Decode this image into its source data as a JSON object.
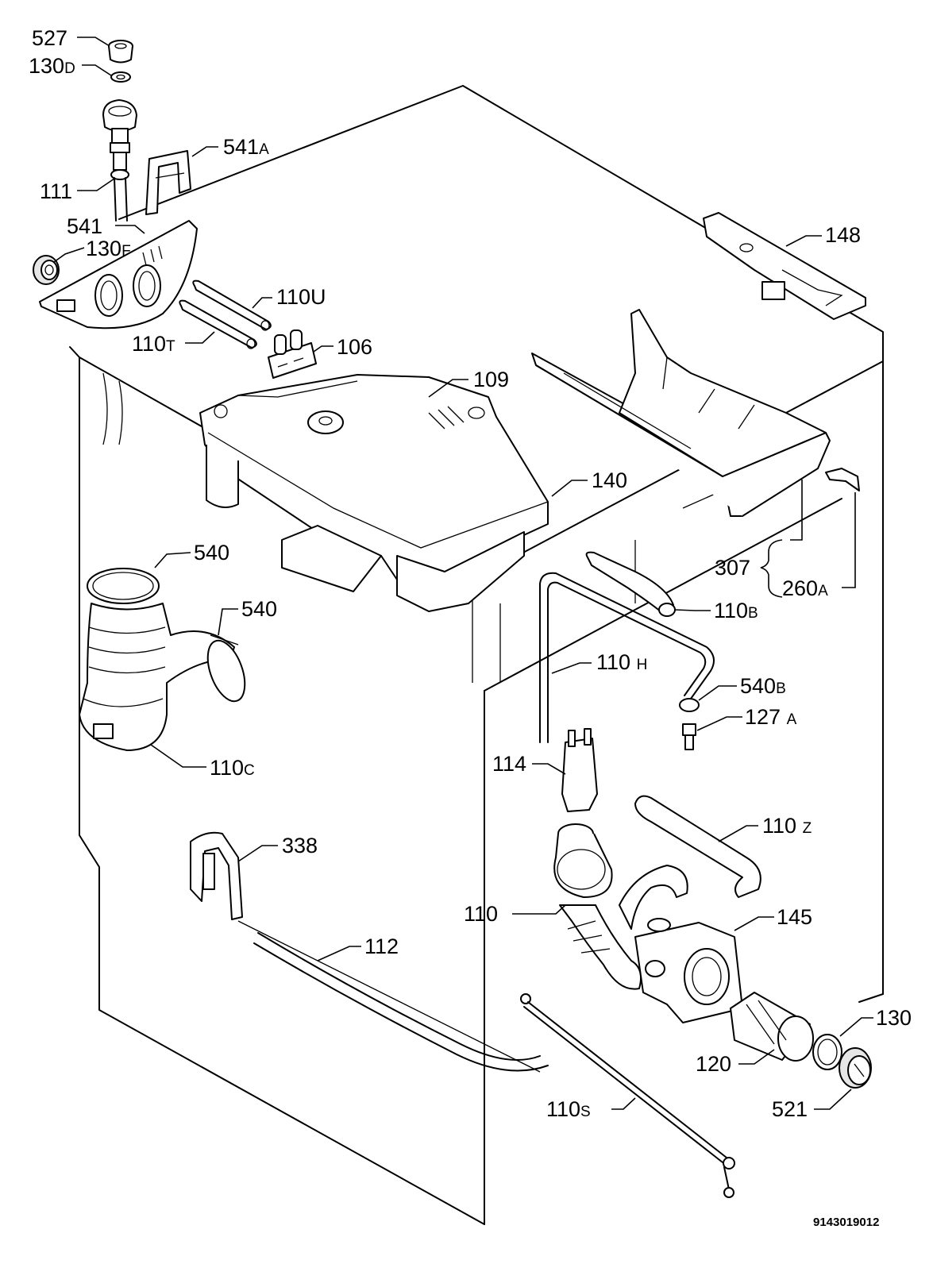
{
  "labels": {
    "l527": {
      "main": "527",
      "suffix": ""
    },
    "l130d": {
      "main": "130",
      "suffix": "D"
    },
    "l541a": {
      "main": "541",
      "suffix": "A"
    },
    "l111": {
      "main": "111",
      "suffix": ""
    },
    "l541": {
      "main": "541",
      "suffix": ""
    },
    "l130f": {
      "main": "130",
      "suffix": "F"
    },
    "l110u": {
      "main": "110U",
      "suffix": ""
    },
    "l110t": {
      "main": "110",
      "suffix": "T"
    },
    "l106": {
      "main": "106",
      "suffix": ""
    },
    "l109": {
      "main": "109",
      "suffix": ""
    },
    "l148": {
      "main": "148",
      "suffix": ""
    },
    "l140": {
      "main": "140",
      "suffix": ""
    },
    "l540a": {
      "main": "540",
      "suffix": ""
    },
    "l540b": {
      "main": "540",
      "suffix": ""
    },
    "l307": {
      "main": "307",
      "suffix": ""
    },
    "l260a": {
      "main": "260",
      "suffix": "A"
    },
    "l110b": {
      "main": "110",
      "suffix": "B"
    },
    "l110h": {
      "main": "110",
      "suffix": "H"
    },
    "l540bb": {
      "main": "540",
      "suffix": "B"
    },
    "l127a": {
      "main": "127",
      "suffix": "A"
    },
    "l110c": {
      "main": "110",
      "suffix": "C"
    },
    "l114": {
      "main": "114",
      "suffix": ""
    },
    "l110z": {
      "main": "110",
      "suffix": "Z"
    },
    "l338": {
      "main": "338",
      "suffix": ""
    },
    "l110": {
      "main": "110",
      "suffix": ""
    },
    "l145": {
      "main": "145",
      "suffix": ""
    },
    "l112": {
      "main": "112",
      "suffix": ""
    },
    "l130": {
      "main": "130",
      "suffix": ""
    },
    "l120": {
      "main": "120",
      "suffix": ""
    },
    "l110s": {
      "main": "110",
      "suffix": "S"
    },
    "l521": {
      "main": "521",
      "suffix": ""
    }
  },
  "document_number": "9143019012"
}
